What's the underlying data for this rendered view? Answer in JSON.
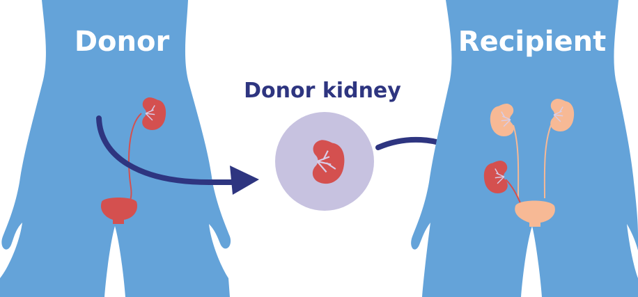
{
  "labels": {
    "donor": "Donor",
    "recipient": "Recipient",
    "donor_kidney": "Donor kidney"
  },
  "colors": {
    "body": "#64a3d9",
    "kidney": "#d4504f",
    "kidney_light": "#f7b995",
    "vessel": "#d8cde8",
    "circle": "#c7c2e0",
    "arrow": "#2e3580",
    "label_text": "#2e3580"
  }
}
